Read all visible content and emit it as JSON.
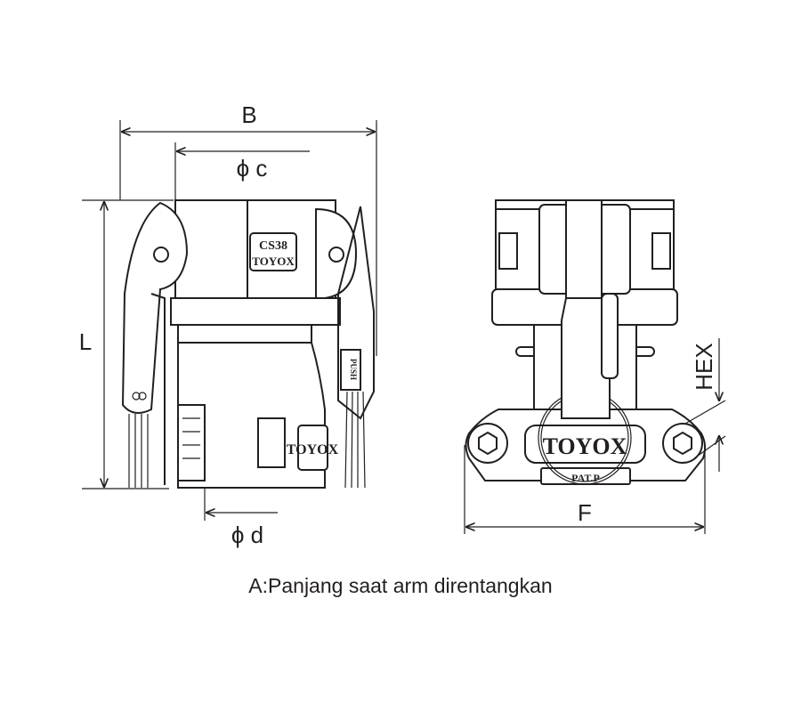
{
  "dimensions": {
    "B": "B",
    "phi_c": "ϕ c",
    "L": "L",
    "phi_d": "ϕ d",
    "F": "F",
    "HEX": "HEX"
  },
  "markings": {
    "size_mark": "CS38",
    "brand_side": "TOYOX",
    "push": "PUSH",
    "brand_front": "TOYOX",
    "patent": "PAT.P"
  },
  "caption": "A:Panjang saat arm direntangkan",
  "colors": {
    "line": "#231f20",
    "background": "#ffffff"
  }
}
